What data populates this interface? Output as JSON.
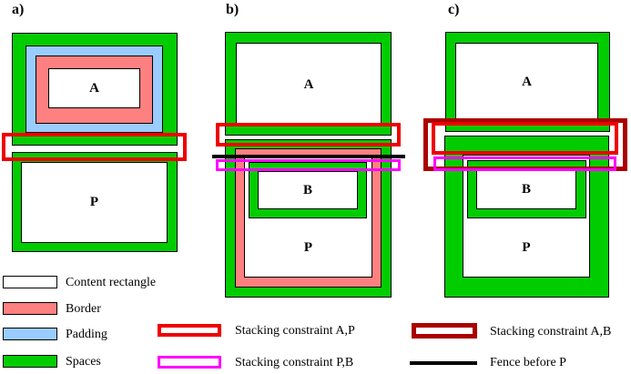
{
  "panels": [
    {
      "label": "a)",
      "boxes": {
        "a": "A",
        "p": "P"
      }
    },
    {
      "label": "b)",
      "boxes": {
        "a": "A",
        "b": "B",
        "p": "P"
      }
    },
    {
      "label": "c)",
      "boxes": {
        "a": "A",
        "b": "B",
        "p": "P"
      }
    }
  ],
  "legend": {
    "fills": [
      {
        "label": "Content rectangle",
        "color": "#FFFFFF"
      },
      {
        "label": "Border",
        "color": "#FF8080"
      },
      {
        "label": "Padding",
        "color": "#99CCFF"
      },
      {
        "label": "Spaces",
        "color": "#00CC00"
      }
    ],
    "outlines": [
      {
        "label": "Stacking constraint A,P",
        "color": "#EE0000"
      },
      {
        "label": "Stacking constraint P,B",
        "color": "#FF00FF"
      },
      {
        "label": "Stacking constraint A,B",
        "color": "#AA0000"
      },
      {
        "label": "Fence before P",
        "color": "#000000"
      }
    ]
  },
  "colors": {
    "content": "#FFFFFF",
    "border": "#FF8080",
    "padding": "#99CCFF",
    "spaces": "#00CC00",
    "constraint_ap": "#EE0000",
    "constraint_pb": "#FF00FF",
    "constraint_ab": "#AA0000",
    "fence": "#000000",
    "outline": "#000000"
  }
}
